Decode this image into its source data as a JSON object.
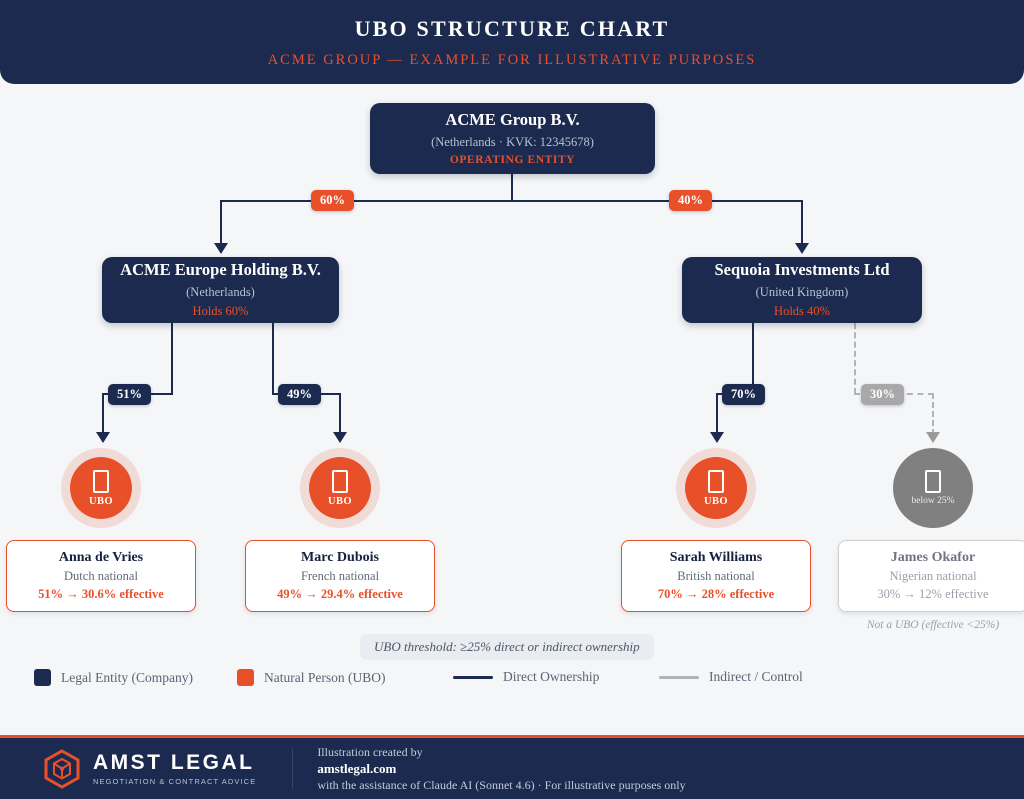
{
  "header": {
    "title": "UBO STRUCTURE CHART",
    "subtitle": "ACME GROUP — EXAMPLE FOR ILLUSTRATIVE PURPOSES"
  },
  "entities": {
    "root": {
      "name": "ACME Group B.V.",
      "jurisdiction": "(Netherlands · KVK: 12345678)",
      "tag": "OPERATING ENTITY"
    },
    "left": {
      "name": "ACME Europe Holding B.V.",
      "jurisdiction": "(Netherlands)",
      "tag": "Holds 60%"
    },
    "right": {
      "name": "Sequoia Investments Ltd",
      "jurisdiction": "(United Kingdom)",
      "tag": "Holds 40%"
    }
  },
  "edges": {
    "root_to_left": "60%",
    "root_to_right": "40%",
    "left_to_anna": "51%",
    "left_to_marc": "49%",
    "right_to_sarah": "70%",
    "right_to_james": "30%"
  },
  "people": [
    {
      "name": "Anna de Vries",
      "nationality": "Dutch national",
      "effective": "51% → 30.6% effective",
      "badge": "UBO",
      "icon": "person-icon",
      "note": ""
    },
    {
      "name": "Marc Dubois",
      "nationality": "French national",
      "effective": "49% → 29.4% effective",
      "badge": "UBO",
      "icon": "person-icon",
      "note": ""
    },
    {
      "name": "Sarah Williams",
      "nationality": "British national",
      "effective": "70% → 28% effective",
      "badge": "UBO",
      "icon": "person-icon",
      "note": ""
    },
    {
      "name": "James Okafor",
      "nationality": "Nigerian national",
      "effective": "30% → 12% effective",
      "badge": "below 25%",
      "icon": "person-icon",
      "note": "Not a UBO (effective <25%)"
    }
  ],
  "threshold_note": "UBO threshold: ≥25% direct or indirect ownership",
  "legend": [
    {
      "label": "Legal Entity (Company)",
      "kind": "swatch",
      "color": "#1b2a4e"
    },
    {
      "label": "Natural Person (UBO)",
      "kind": "swatch",
      "color": "#e8502a"
    },
    {
      "label": "Direct Ownership",
      "kind": "line",
      "color": "#1b2a4e"
    },
    {
      "label": "Indirect / Control",
      "kind": "line",
      "color": "#b0b3b8"
    }
  ],
  "footer": {
    "logo_name": "AMST LEGAL",
    "logo_tagline": "NEGOTIATION & CONTRACT ADVICE",
    "credit_line1": "Illustration created by",
    "credit_line2": "amstlegal.com",
    "credit_line3": "with the assistance of Claude AI (Sonnet 4.6) · For illustrative purposes only"
  },
  "colors": {
    "navy": "#1b2a4e",
    "orange": "#e8502a",
    "grey": "#a8a8a8",
    "background": "#f4f6f8"
  }
}
